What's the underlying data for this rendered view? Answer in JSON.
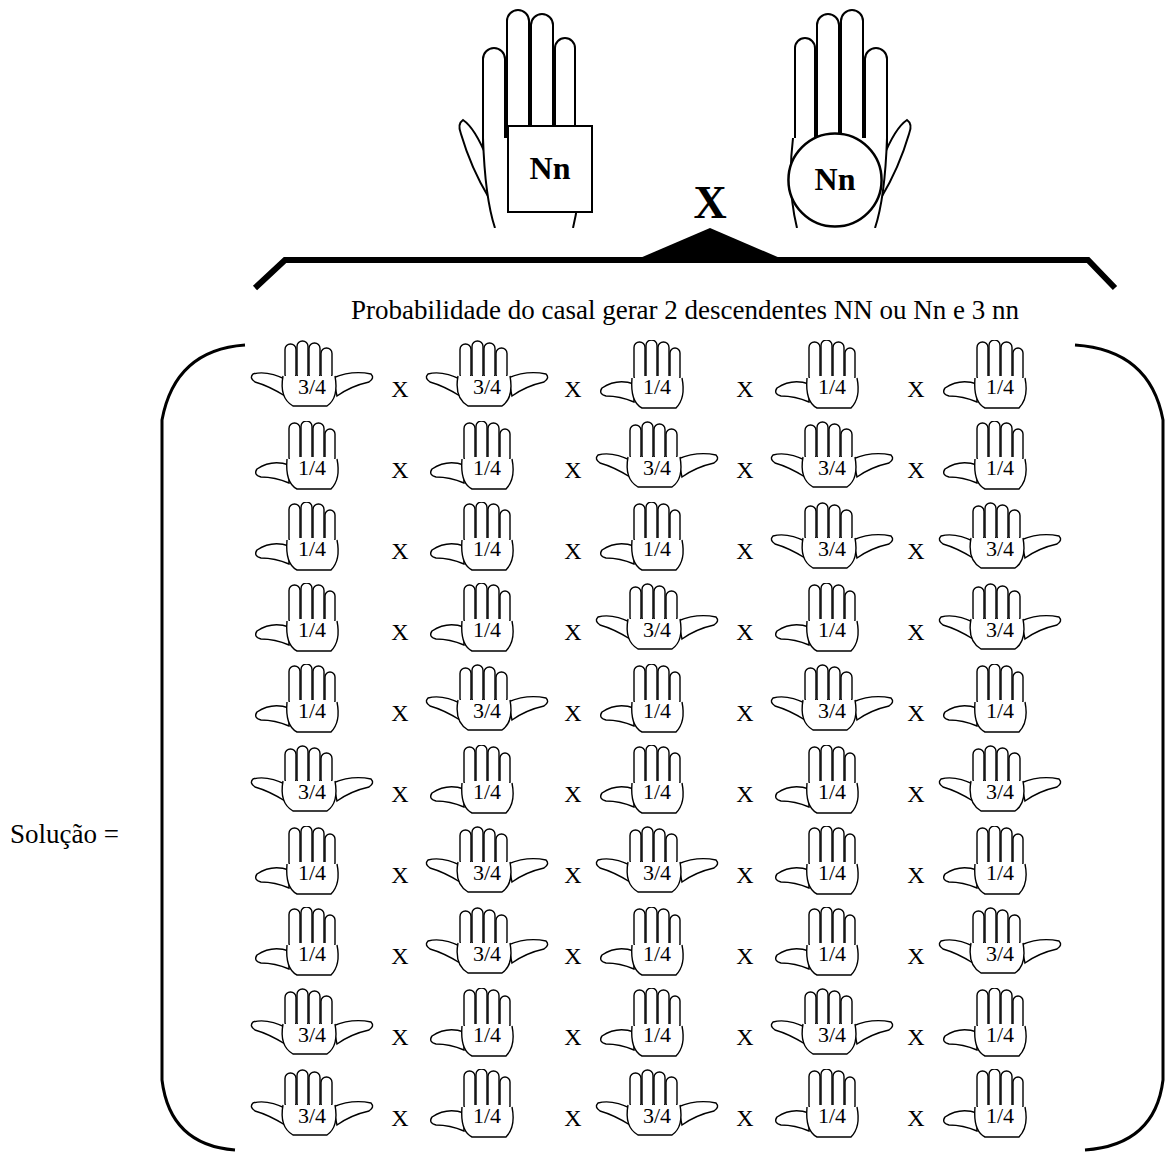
{
  "diagram": {
    "title": "Probabilidade do casal gerar 2 descendentes NN ou Nn e 3 nn",
    "nodes": [
      {
        "text": [
          "Nn"
        ]
      },
      {
        "text": [
          "Nn"
        ]
      }
    ],
    "labels": [
      "X",
      "Solução =",
      "3/4",
      "X",
      "3/4",
      "X",
      "1/4",
      "X",
      "1/4",
      "X",
      "1/4",
      "1/4",
      "X",
      "1/4",
      "X",
      "3/4",
      "X",
      "3/4",
      "X",
      "1/4",
      "1/4",
      "X",
      "1/4",
      "X",
      "1/4",
      "X",
      "3/4",
      "X",
      "3/4",
      "1/4",
      "X",
      "1/4",
      "X",
      "3/4",
      "X",
      "1/4",
      "X",
      "3/4",
      "1/4",
      "X",
      "3/4",
      "X",
      "1/4",
      "X",
      "3/4",
      "X",
      "1/4",
      "3/4",
      "X",
      "1/4",
      "X",
      "1/4",
      "X",
      "1/4",
      "X",
      "3/4",
      "1/4",
      "X",
      "3/4",
      "X",
      "3/4",
      "X",
      "1/4",
      "X",
      "1/4",
      "1/4",
      "X",
      "3/4",
      "X",
      "1/4",
      "X",
      "1/4",
      "X",
      "3/4",
      "3/4",
      "X",
      "1/4",
      "X",
      "1/4",
      "X",
      "3/4",
      "X",
      "1/4",
      "3/4",
      "X",
      "1/4",
      "X",
      "3/4",
      "X",
      "1/4",
      "X",
      "1/4"
    ]
  }
}
